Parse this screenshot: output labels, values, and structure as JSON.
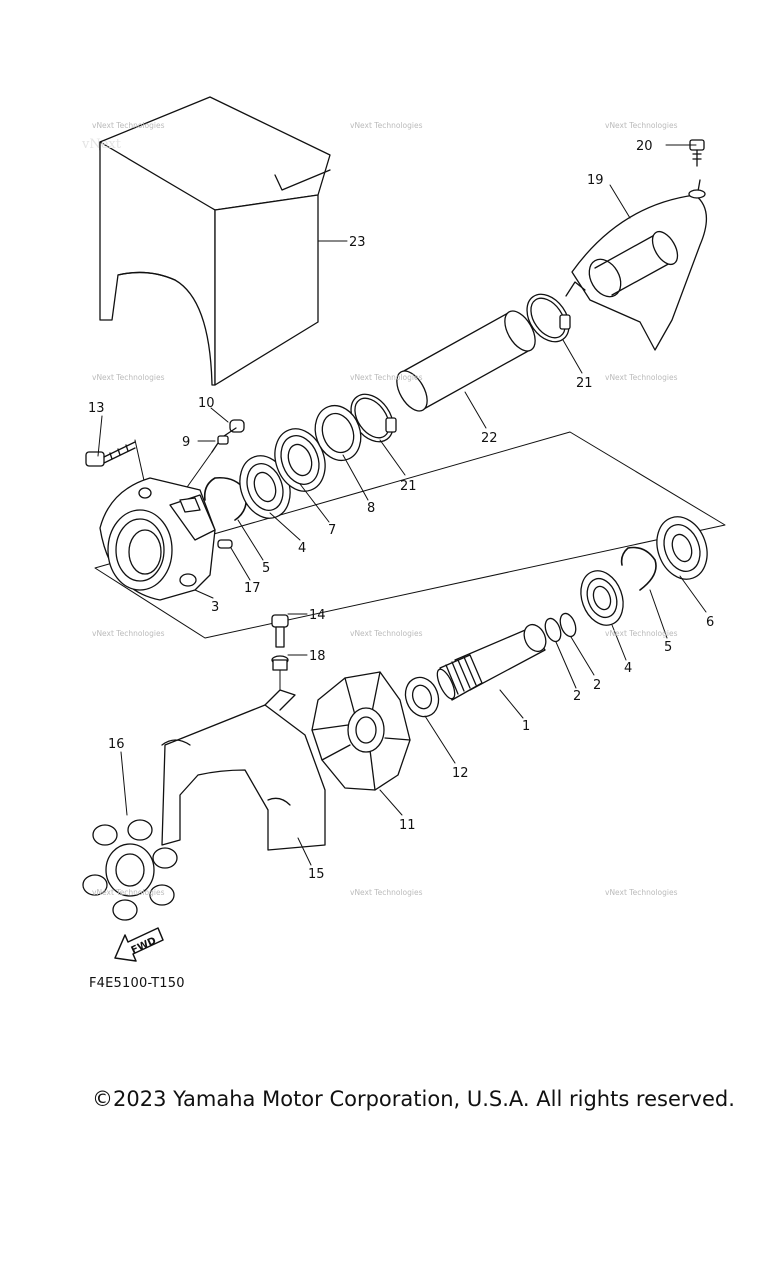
{
  "diagram": {
    "code": "F4E5100-T150",
    "direction_label": "FWD",
    "watermark": "vNext Technologies",
    "callouts": {
      "c1": "1",
      "c2a": "2",
      "c2b": "2",
      "c3": "3",
      "c4a": "4",
      "c4b": "4",
      "c5a": "5",
      "c5b": "5",
      "c6": "6",
      "c7": "7",
      "c8": "8",
      "c9": "9",
      "c10": "10",
      "c11": "11",
      "c12": "12",
      "c13": "13",
      "c14": "14",
      "c15": "15",
      "c16": "16",
      "c17": "17",
      "c18": "18",
      "c19": "19",
      "c20": "20",
      "c21a": "21",
      "c21b": "21",
      "c22": "22",
      "c23": "23"
    }
  },
  "footer": {
    "copyright": "©2023 Yamaha Motor Corporation, U.S.A. All rights reserved."
  }
}
